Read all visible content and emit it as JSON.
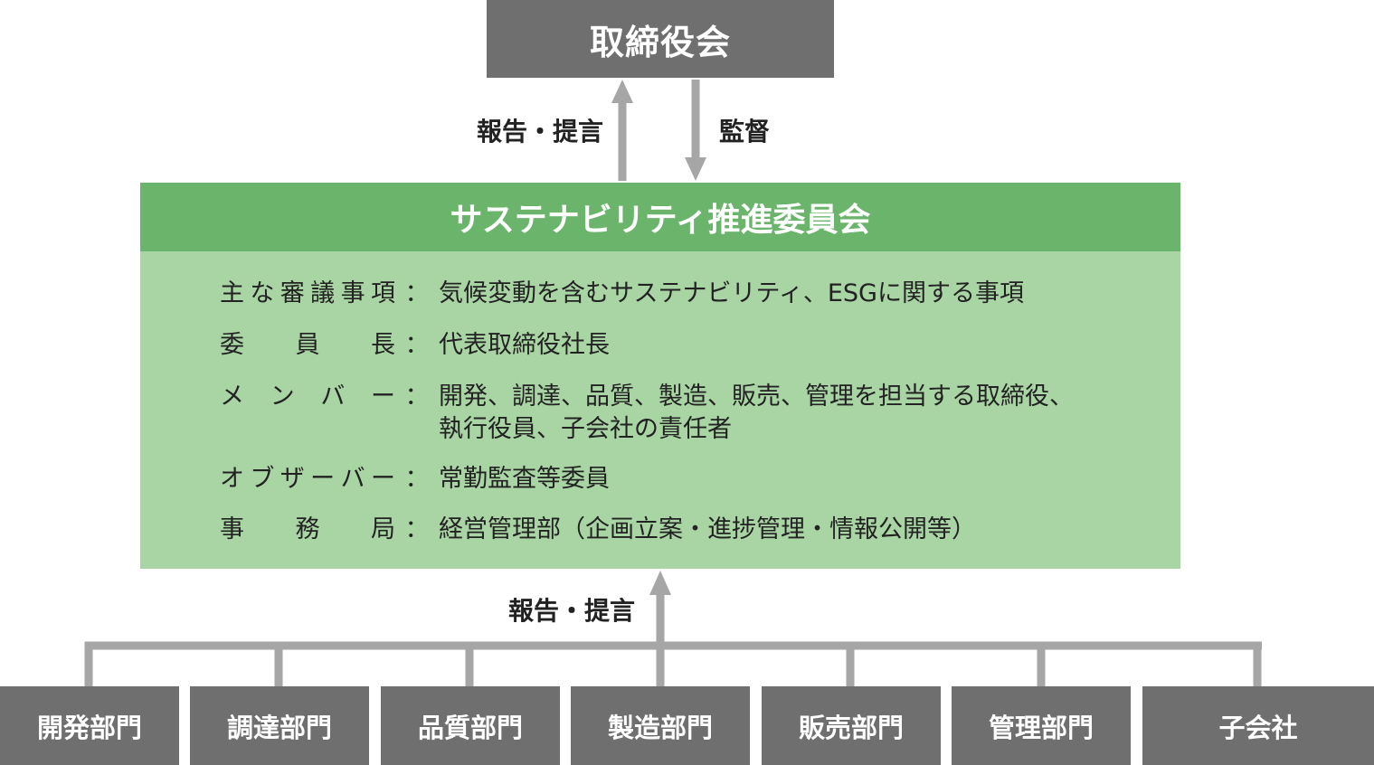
{
  "board": {
    "label": "取締役会"
  },
  "arrows": {
    "report_up": "報告・提言",
    "supervise": "監督",
    "report_from_depts": "報告・提言"
  },
  "committee": {
    "title": "サステナビリティ推進委員会",
    "rows": [
      {
        "label": [
          "主",
          "な",
          "審",
          "議",
          "事",
          "項"
        ],
        "colon": "：",
        "value": [
          "気候変動を含むサステナビリティ、ESGに関する事項"
        ]
      },
      {
        "label": [
          "委",
          "員",
          "長"
        ],
        "colon": "：",
        "value": [
          "代表取締役社長"
        ]
      },
      {
        "label": [
          "メ",
          "ン",
          "バ",
          "ー"
        ],
        "colon": "：",
        "value": [
          "開発、調達、品質、製造、販売、管理を担当する取締役、",
          "執行役員、子会社の責任者"
        ]
      },
      {
        "label": [
          "オ",
          "ブ",
          "ザ",
          "ー",
          "バ",
          "ー"
        ],
        "colon": "：",
        "value": [
          "常勤監査等委員"
        ]
      },
      {
        "label": [
          "事",
          "務",
          "局"
        ],
        "colon": "：",
        "value": [
          "経営管理部（企画立案・進捗管理・情報公開等）"
        ]
      }
    ]
  },
  "departments": [
    "開発部門",
    "調達部門",
    "品質部門",
    "製造部門",
    "販売部門",
    "管理部門",
    "子会社"
  ],
  "colors": {
    "gray_box": "#6f6f6f",
    "connector": "#a6a6a6",
    "committee_header": "#6ab56b",
    "committee_body": "#a9d5a4"
  }
}
